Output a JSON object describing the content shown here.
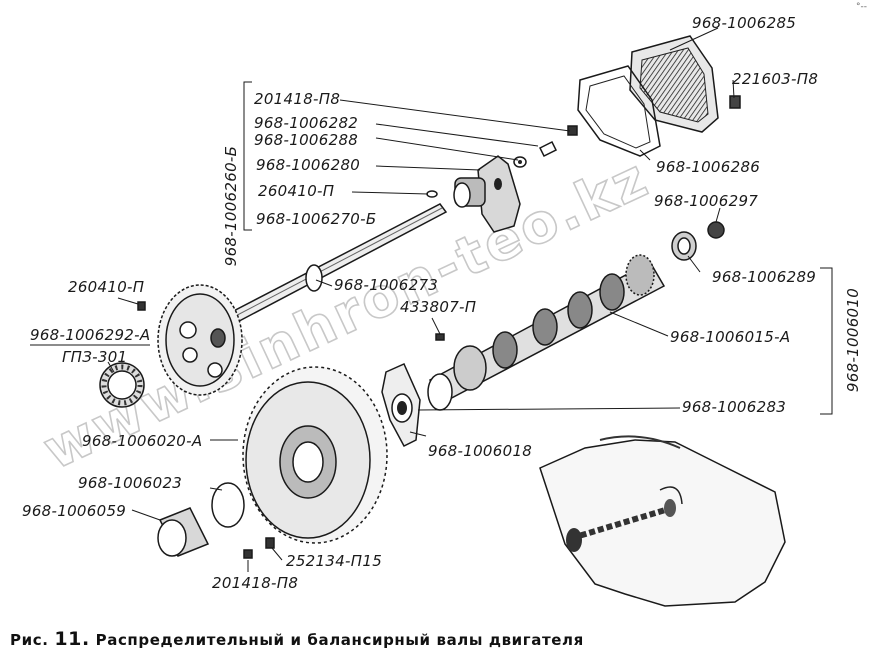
{
  "figure": {
    "caption_prefix": "Рис.",
    "caption_number": "11.",
    "caption_text": "Распределительный и балансирный валы двигателя",
    "corner_mark": "°--"
  },
  "watermark": "www.sinhron-teo.kz",
  "labels": {
    "group_shaft": "968-1006260-Б",
    "bolt_top": "201418-П8",
    "part_6282": "968-1006282",
    "part_6288": "968-1006288",
    "part_6280": "968-1006280",
    "pin_top": "260410-П",
    "shaft_6270": "968-1006270-Б",
    "cover_6285": "968-1006285",
    "bolt_right": "221603-П8",
    "gasket_6286": "968-1006286",
    "part_6297": "968-1006297",
    "bearing_6289": "968-1006289",
    "group_cam": "968-1006010",
    "camshaft": "968-1006015-А",
    "flange_6283": "968-1006283",
    "flange_6018": "968-1006018",
    "washer_6273": "968-1006273",
    "key_433807": "433807-П",
    "pin_left": "260410-П",
    "part_6292": "968-1006292-А",
    "bearing_gpz": "ГПЗ-301",
    "gear_6020": "968-1006020-А",
    "ring_6023": "968-1006023",
    "bushing_6059": "968-1006059",
    "bolt_252134": "252134-П15",
    "bolt_bottom": "201418-П8"
  }
}
